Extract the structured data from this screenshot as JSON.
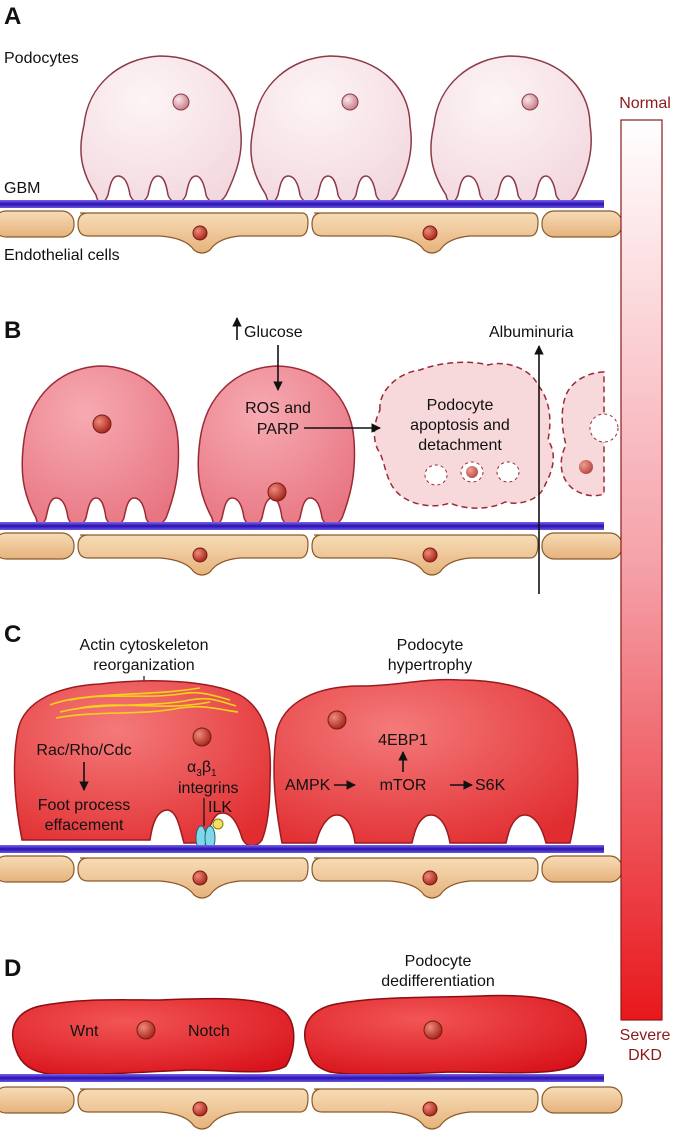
{
  "panels": {
    "a": {
      "letter": "A",
      "podocytes": "Podocytes",
      "gbm": "GBM",
      "endothelial": "Endothelial cells"
    },
    "b": {
      "letter": "B",
      "glucose": "Glucose",
      "ros_line1": "ROS and",
      "ros_line2": "PARP",
      "apop_line1": "Podocyte",
      "apop_line2": "apoptosis and",
      "apop_line3": "detachment",
      "albuminuria": "Albuminuria"
    },
    "c": {
      "letter": "C",
      "actin_line1": "Actin cytoskeleton",
      "actin_line2": "reorganization",
      "rac": "Rac/Rho/Cdc",
      "foot_line1": "Foot process",
      "foot_line2": "effacement",
      "integrin_alpha": "α",
      "integrin_alpha_sub": "3",
      "integrin_beta": "β",
      "integrin_beta_sub": "1",
      "integrins": "integrins",
      "ilk": "ILK",
      "hyper_line1": "Podocyte",
      "hyper_line2": "hypertrophy",
      "ebp": "4EBP1",
      "ampk": "AMPK",
      "mtor": "mTOR",
      "s6k": "S6K"
    },
    "d": {
      "letter": "D",
      "wnt": "Wnt",
      "notch": "Notch",
      "dediff_line1": "Podocyte",
      "dediff_line2": "dedifferentiation"
    }
  },
  "scale": {
    "top": "Normal",
    "bottom_line1": "Severe",
    "bottom_line2": "DKD"
  },
  "colors": {
    "gbm": "#3b1fc4",
    "endothelial": "#f0c89a",
    "endothelial_stroke": "#8a5a2a",
    "nucleus": "#c0392b",
    "normal": "#f8e8ec",
    "severe": "#e4191c",
    "scale_text": "#8b1a1a"
  }
}
